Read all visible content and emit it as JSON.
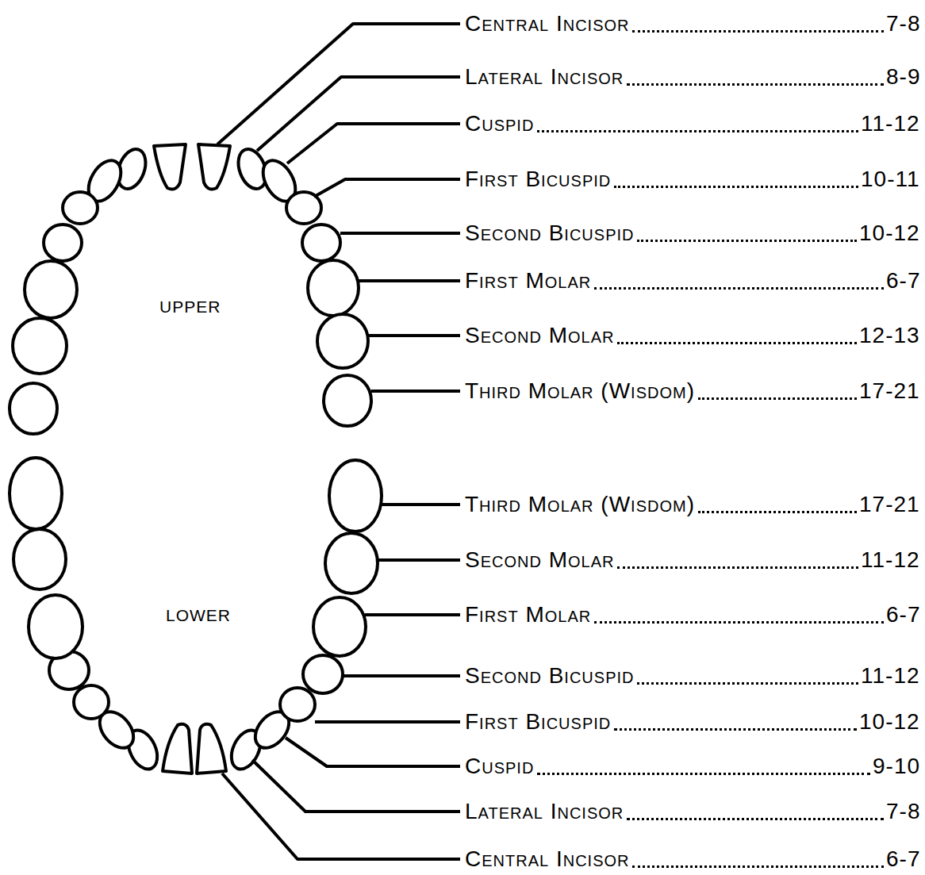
{
  "diagram": {
    "labels": [
      "Central Incisor",
      "7-8",
      "Lateral Incisor",
      "8-9",
      "Cuspid",
      "11-12",
      "First Bicuspid",
      "10-11",
      "Second Bicuspid",
      "10-12",
      "First Molar",
      "6-7",
      "Second Molar",
      "12-13",
      "Third Molar (Wisdom)",
      "17-21",
      "Third Molar (Wisdom)",
      "17-21",
      "Second Molar",
      "11-12",
      "First Molar",
      "6-7",
      "Second Bicuspid",
      "11-12",
      "First Bicuspid",
      "10-12",
      "Cuspid",
      "9-10",
      "Lateral Incisor",
      "7-8",
      "Central Incisor",
      "6-7",
      "UPPER",
      "LOWER"
    ]
  }
}
